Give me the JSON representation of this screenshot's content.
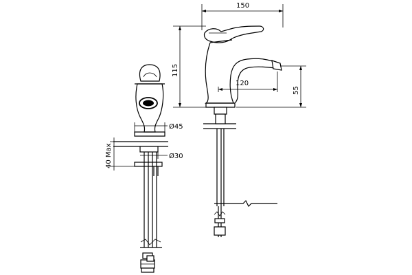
{
  "dimensions": {
    "width_top": "150",
    "height_left": "115",
    "spout_reach": "120",
    "spout_height": "55",
    "deck_diameter": "Ø45",
    "hole_diameter": "Ø30",
    "max_deck": "40 Max"
  },
  "colors": {
    "line": "#000000",
    "background": "#ffffff"
  }
}
